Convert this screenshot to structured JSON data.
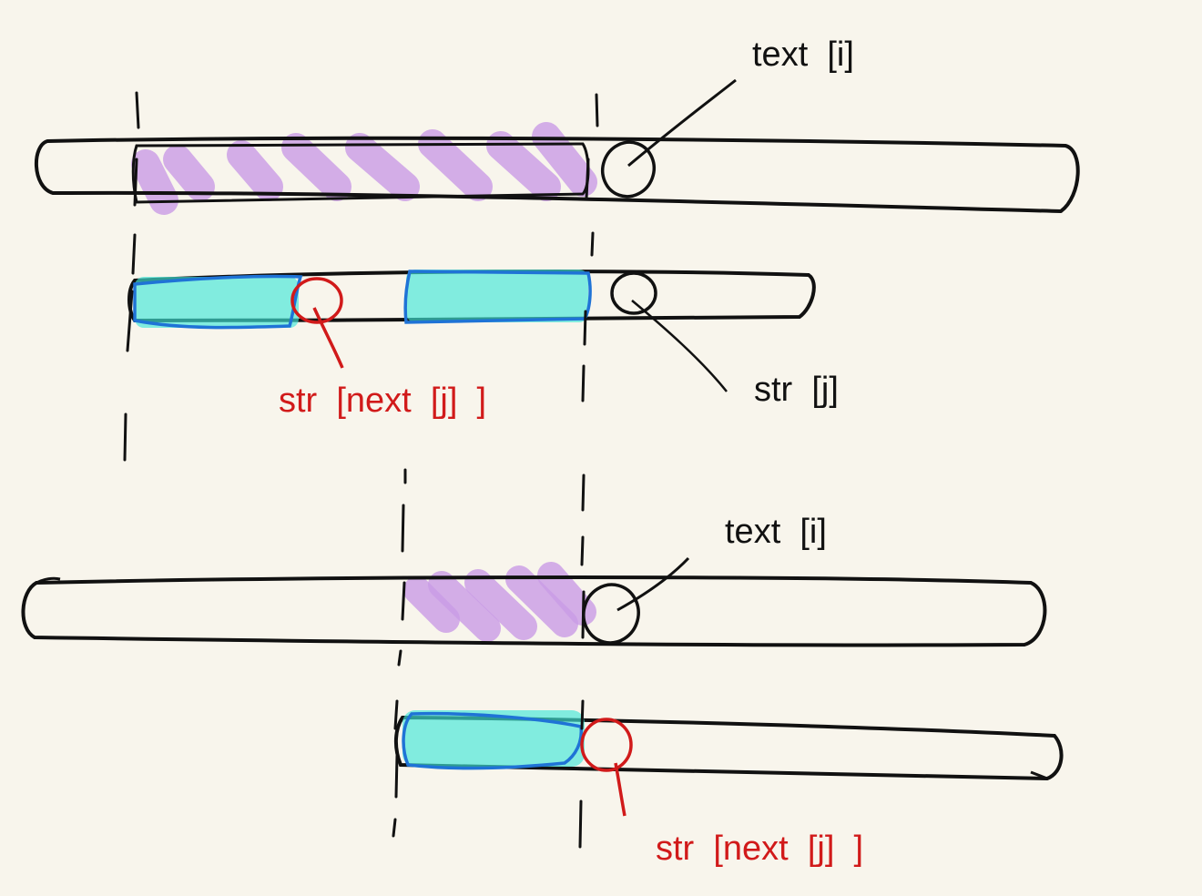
{
  "colors": {
    "background": "#f8f5ec",
    "ink": "#111111",
    "red": "#d11a1a",
    "purple_highlight": "#c99be6",
    "cyan_highlight": "#41e6d8",
    "blue_outline": "#1f73d6"
  },
  "top_panel": {
    "text_i_label": "text  [i]",
    "str_j_label": "str  [j]",
    "str_next_label": "str  [next  [j]  ]"
  },
  "bottom_panel": {
    "text_i_label": "text  [i]",
    "str_next_label": "str  [next  [j]  ]"
  }
}
